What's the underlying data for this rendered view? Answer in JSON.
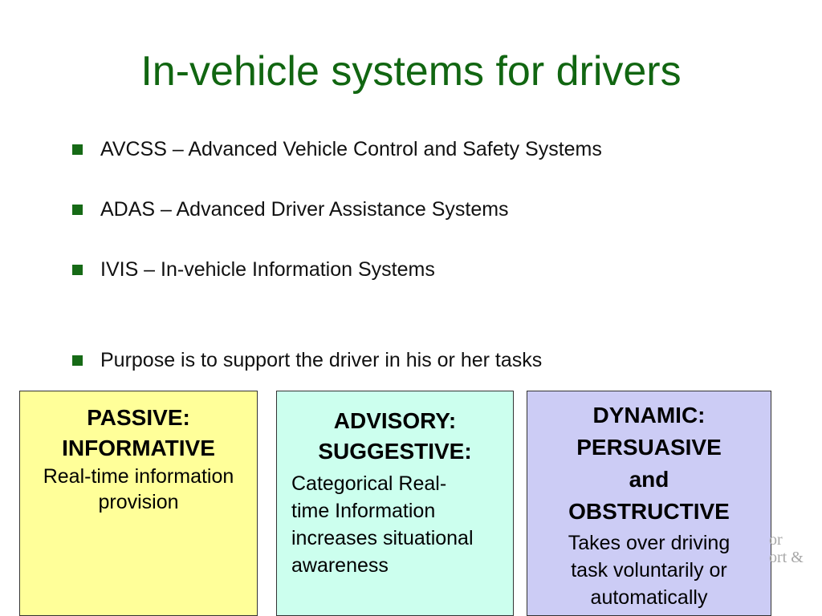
{
  "title": "In-vehicle systems for drivers",
  "bullets": [
    "AVCSS – Advanced Vehicle Control and Safety Systems",
    "ADAS – Advanced Driver Assistance Systems",
    "IVIS – In-vehicle Information Systems",
    "Purpose is to support the driver in his or her tasks"
  ],
  "boxes": {
    "passive": {
      "heading1": "PASSIVE:",
      "heading2": "INFORMATIVE",
      "body1": "Real-time information",
      "body2": "provision"
    },
    "advisory": {
      "heading1": "ADVISORY:",
      "heading2": "SUGGESTIVE:",
      "body": [
        "Categorical Real-",
        "time Information",
        "increases situational",
        "awareness"
      ]
    },
    "dynamic": {
      "heading1": "DYNAMIC:",
      "heading2": "PERSUASIVE",
      "heading3": "and",
      "heading4": "OBSTRUCTIVE",
      "body": [
        "Takes over driving",
        "task voluntarily or",
        "automatically"
      ]
    }
  },
  "logo_fragment": [
    "or",
    "ort &"
  ],
  "colors": {
    "title": "#116611",
    "bullet_marker": "#166a16",
    "passive_bg": "#ffff99",
    "advisory_bg": "#ccffee",
    "dynamic_bg": "#ccccf5"
  }
}
